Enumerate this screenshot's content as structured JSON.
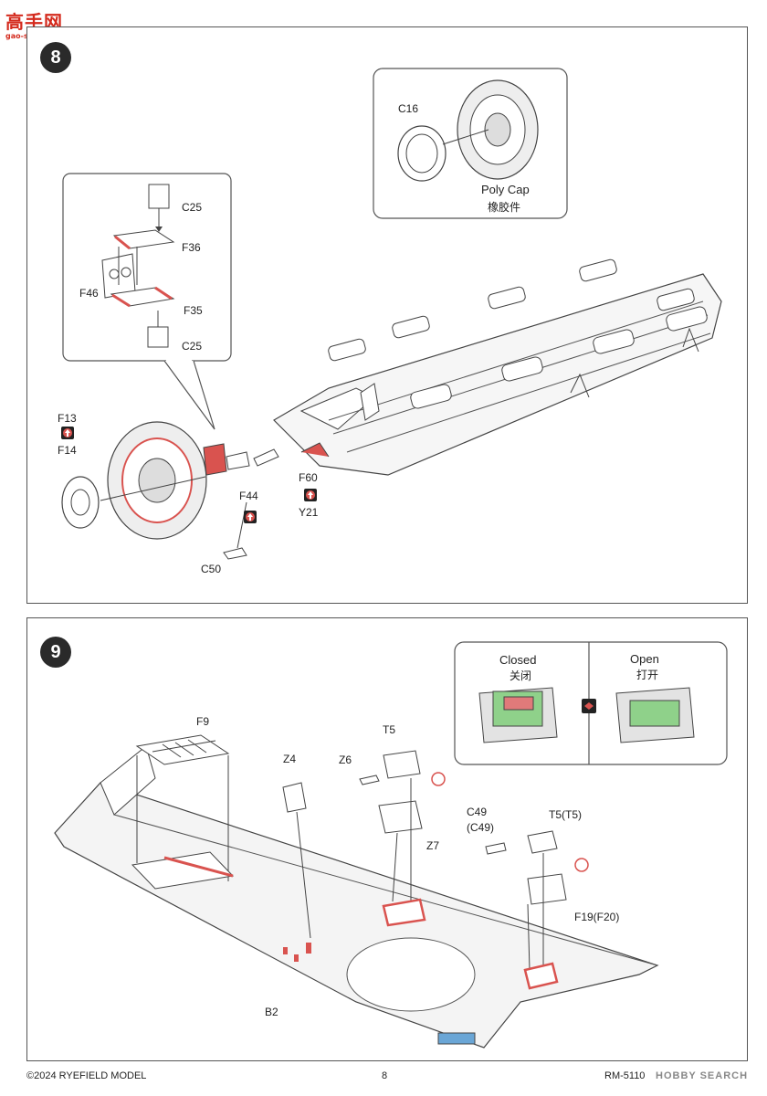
{
  "watermark": {
    "site": "高手网",
    "url": "gao-shou.com"
  },
  "step8": {
    "number": "8",
    "labels": {
      "c25_top": "C25",
      "f36": "F36",
      "f46": "F46",
      "f35": "F35",
      "c25_bottom": "C25",
      "c16": "C16",
      "poly_cap": "Poly Cap",
      "poly_cap_cn": "橡胶件",
      "f13": "F13",
      "f14": "F14",
      "f60": "F60",
      "y21": "Y21",
      "f44": "F44",
      "c50": "C50"
    }
  },
  "step9": {
    "number": "9",
    "labels": {
      "f9": "F9",
      "z4": "Z4",
      "z6": "Z6",
      "t5": "T5",
      "z7": "Z7",
      "c49": "C49",
      "c49_paren": "(C49)",
      "t5_t5": "T5(T5)",
      "f19_f20": "F19(F20)",
      "b2": "B2"
    },
    "closed": "Closed",
    "closed_cn": "关闭",
    "open": "Open",
    "open_cn": "打开"
  },
  "footer": {
    "copyright": "©2024 RYEFIELD MODEL",
    "page": "8",
    "code": "RM-5110",
    "brand": "HOBBY SEARCH"
  },
  "colors": {
    "accent_red": "#d9534f",
    "accent_green": "#8fd18a",
    "line": "#444444"
  }
}
